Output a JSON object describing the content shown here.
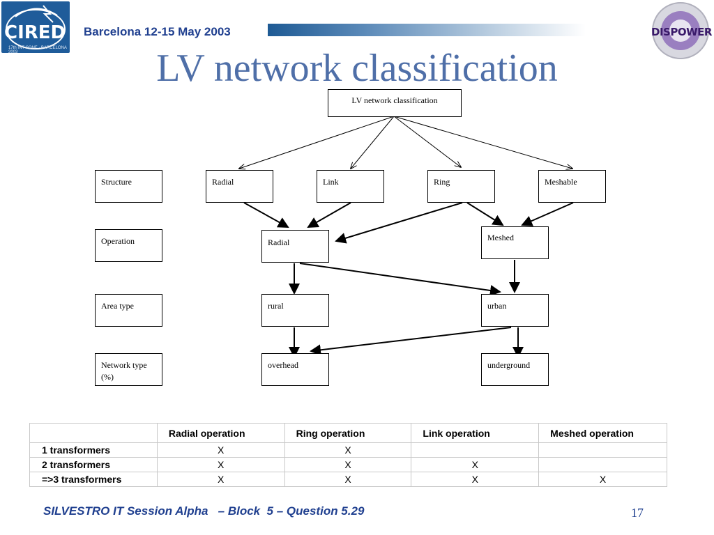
{
  "header": {
    "conference": "Barcelona  12-15 May 2003",
    "title": "LV network classification"
  },
  "logos": {
    "left_text": "CIRED",
    "left_subtext": "17th INT CONF · BARCELONA 2003",
    "right_text": "DISPOWER"
  },
  "diagram": {
    "root": "LV network classification",
    "rows": {
      "structure": "Structure",
      "operation": "Operation",
      "area_type": "Area type",
      "network_type": "Network type (%)"
    },
    "structure_nodes": [
      "Radial",
      "Link",
      "Ring",
      "Meshable"
    ],
    "operation_nodes": [
      "Radial",
      "Meshed"
    ],
    "area_nodes": [
      "rural",
      "urban"
    ],
    "network_nodes": [
      "overhead",
      "underground"
    ]
  },
  "table": {
    "headers": [
      "",
      "Radial operation",
      "Ring operation",
      "Link operation",
      "Meshed operation"
    ],
    "rows": [
      {
        "label": "1 transformers",
        "cells": [
          "X",
          "X",
          "",
          ""
        ]
      },
      {
        "label": "2 transformers",
        "cells": [
          "X",
          "X",
          "X",
          ""
        ]
      },
      {
        "label": "=>3 transformers",
        "cells": [
          "X",
          "X",
          "X",
          "X"
        ]
      }
    ]
  },
  "footer": {
    "text": "SILVESTRO IT Session Alpha   – Block  5 – Question 5.29",
    "page_number": "17"
  }
}
